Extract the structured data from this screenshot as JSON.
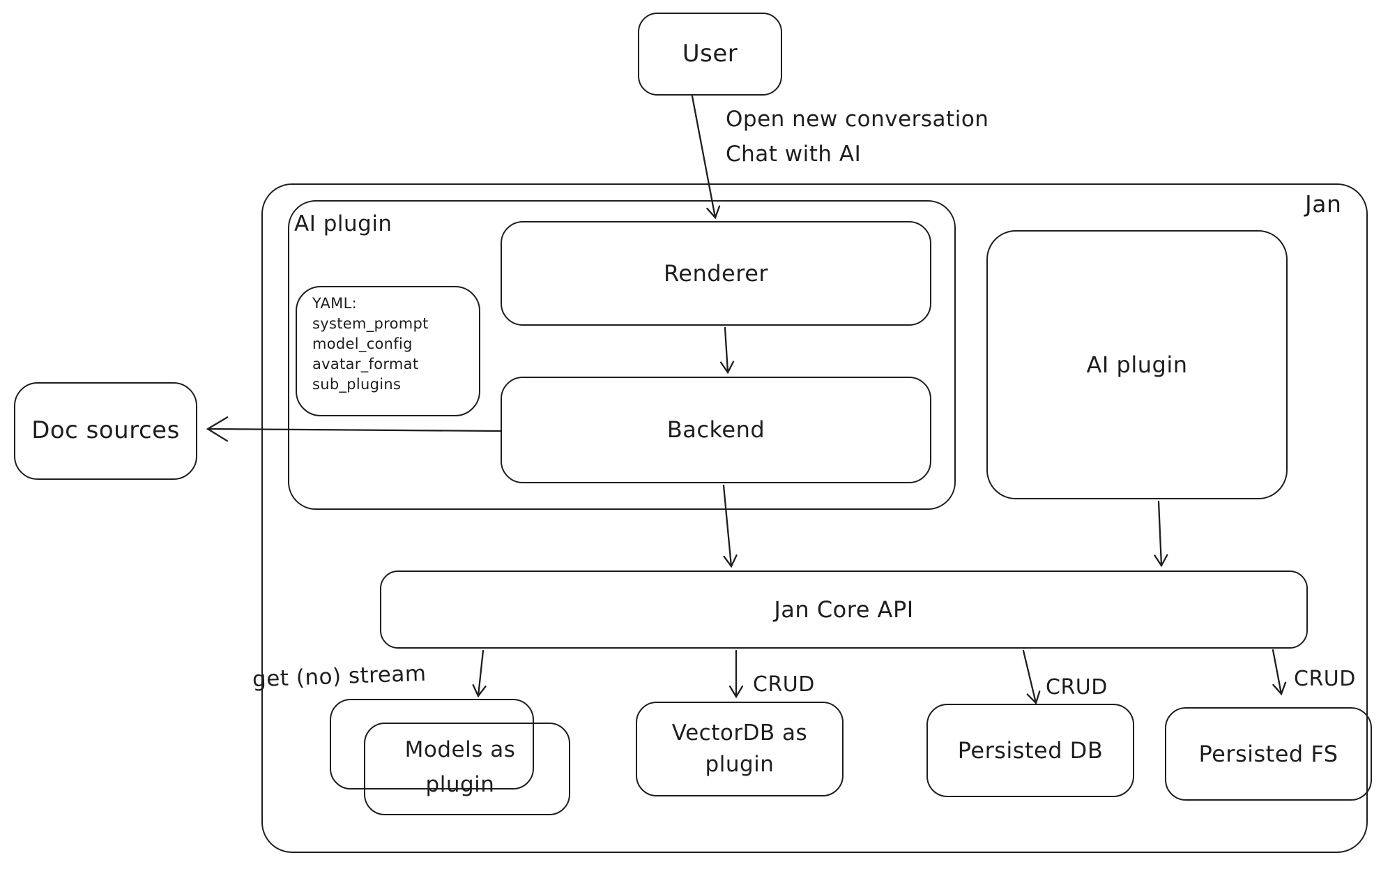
{
  "diagram": {
    "container_label": "Jan",
    "colors": {
      "stroke": "#1e1e1e",
      "background": "#ffffff"
    },
    "nodes": {
      "user": {
        "label": "User"
      },
      "ai_plugin_group": {
        "label": "AI plugin"
      },
      "renderer": {
        "label": "Renderer"
      },
      "yaml_note": {
        "lines": [
          "YAML:",
          "system_prompt",
          "model_config",
          "avatar_format",
          "sub_plugins"
        ]
      },
      "backend": {
        "label": "Backend"
      },
      "ai_plugin_right": {
        "label": "AI plugin"
      },
      "doc_sources": {
        "label": "Doc sources"
      },
      "jan_core_api": {
        "label": "Jan Core API"
      },
      "models_plugin": {
        "label": "Models as\nplugin"
      },
      "vectordb_plugin": {
        "label": "VectorDB as\nplugin"
      },
      "persisted_db": {
        "label": "Persisted DB"
      },
      "persisted_fs": {
        "label": "Persisted FS"
      }
    },
    "edges": {
      "user_to_renderer": {
        "label": "Open new conversation\nChat with AI"
      },
      "jan_core_to_models": {
        "label": "get (no) stream"
      },
      "jan_core_to_vectordb": {
        "label": "CRUD"
      },
      "jan_core_to_persisted_db": {
        "label": "CRUD"
      },
      "jan_core_to_persisted_fs": {
        "label": "CRUD"
      }
    }
  }
}
